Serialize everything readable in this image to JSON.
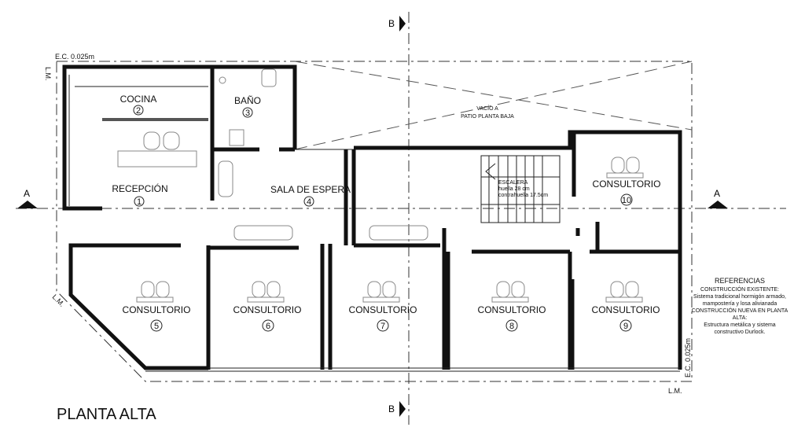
{
  "title": "PLANTA ALTA",
  "section_markers": {
    "a": "A",
    "b": "B"
  },
  "dimension_labels": {
    "ec": "E.C. 0.025m",
    "lm": "L.M."
  },
  "void_label": [
    "VACÍO A",
    "PATIO PLANTA BAJA"
  ],
  "stair": {
    "label": "ESCALERA",
    "huella": "huella 28 cm",
    "contrahuella": "contrahuella 17.5cm"
  },
  "rooms": [
    {
      "name": "COCINA",
      "number": "2"
    },
    {
      "name": "BAÑO",
      "number": "3"
    },
    {
      "name": "RECEPCIÓN",
      "number": "1"
    },
    {
      "name": "SALA DE ESPERA",
      "number": "4"
    },
    {
      "name": "CONSULTORIO",
      "number": "10"
    },
    {
      "name": "CONSULTORIO",
      "number": "5"
    },
    {
      "name": "CONSULTORIO",
      "number": "6"
    },
    {
      "name": "CONSULTORIO",
      "number": "7"
    },
    {
      "name": "CONSULTORIO",
      "number": "8"
    },
    {
      "name": "CONSULTORIO",
      "number": "9"
    }
  ],
  "references": {
    "title": "REFERENCIAS",
    "lines": [
      "CONSTRUCCIÓN EXISTENTE:",
      "Sistema tradicional hormigón armado,",
      "mampostería y losa alivianada",
      "CONSTRUCCIÓN NUEVA EN PLANTA",
      "ALTA:",
      "Estructura metálica y sistema",
      "constructivo Durlock."
    ]
  }
}
